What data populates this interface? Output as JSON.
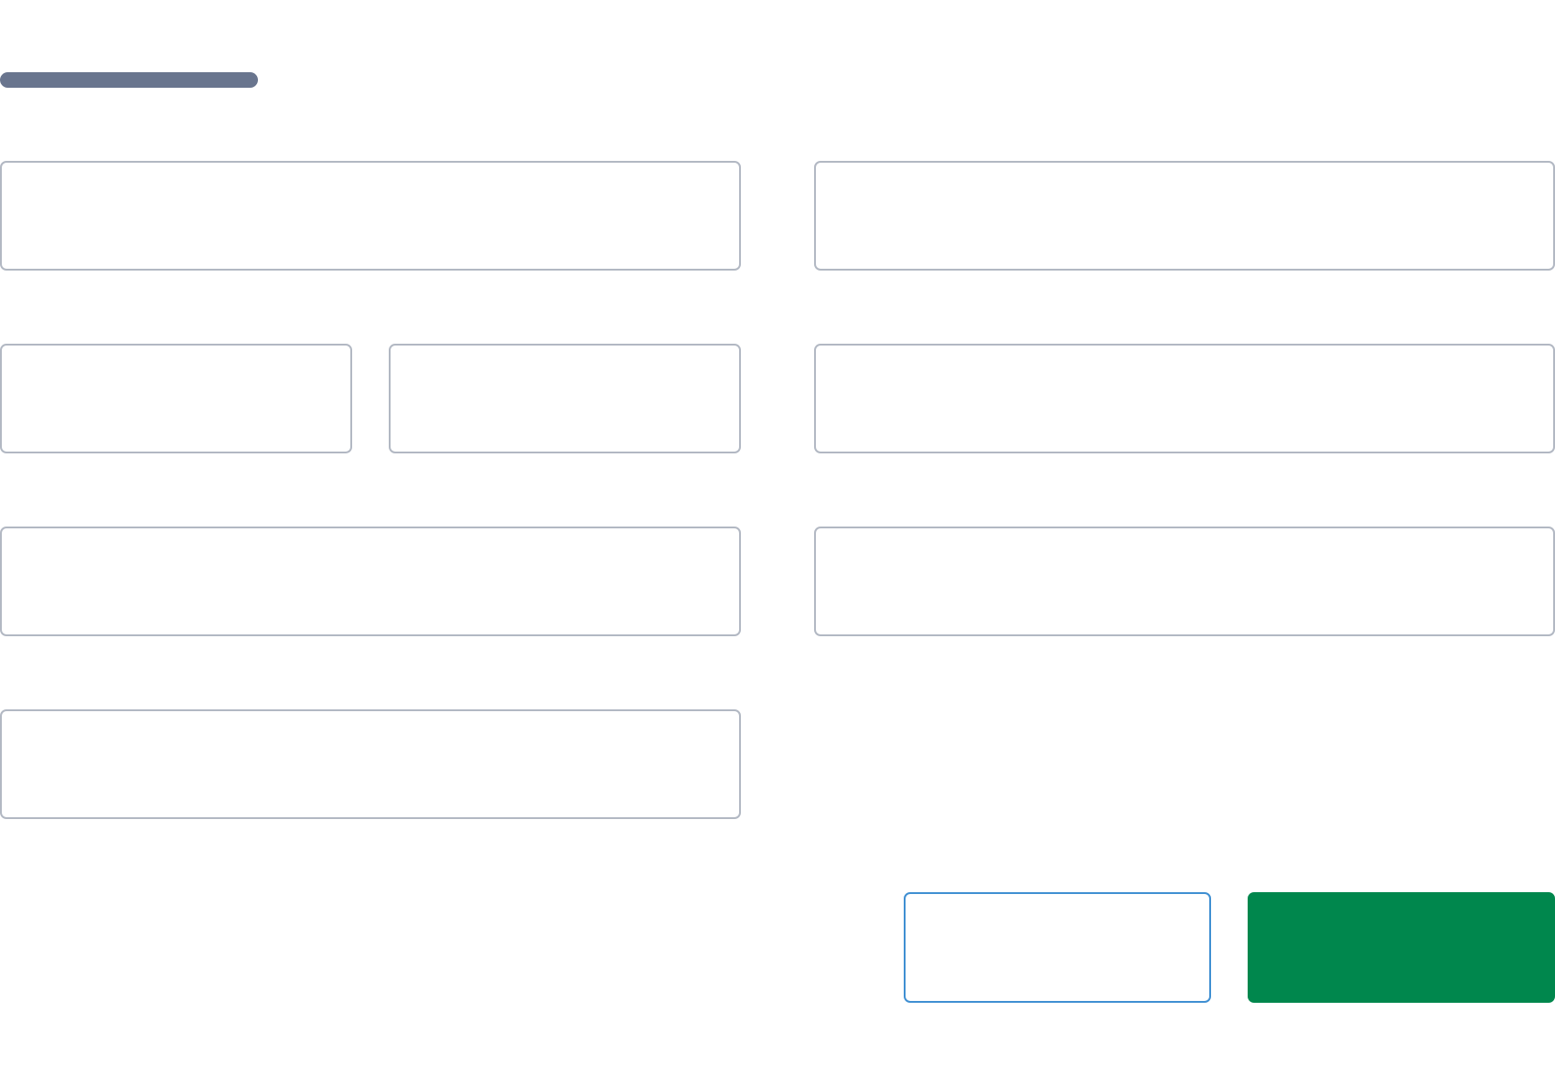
{
  "form": {
    "heading": "",
    "heading_color": "#69758e",
    "fields": [
      {
        "name": "field-1",
        "value": "",
        "placeholder": ""
      },
      {
        "name": "field-2",
        "value": "",
        "placeholder": ""
      },
      {
        "name": "field-3a",
        "value": "",
        "placeholder": ""
      },
      {
        "name": "field-3b",
        "value": "",
        "placeholder": ""
      },
      {
        "name": "field-4",
        "value": "",
        "placeholder": ""
      },
      {
        "name": "field-5",
        "value": "",
        "placeholder": ""
      },
      {
        "name": "field-6",
        "value": "",
        "placeholder": ""
      },
      {
        "name": "field-7",
        "value": "",
        "placeholder": ""
      }
    ],
    "field_border_color": "#b2b8c3"
  },
  "actions": {
    "secondary_label": "",
    "secondary_border_color": "#3f8fd2",
    "primary_label": "",
    "primary_color": "#00874d"
  }
}
